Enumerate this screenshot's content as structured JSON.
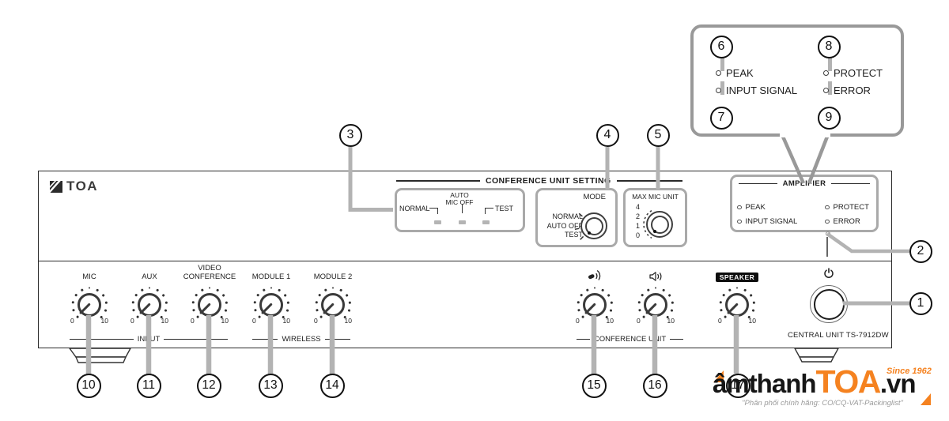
{
  "brand": {
    "name": "TOA"
  },
  "model": "CENTRAL UNIT TS-7912DW",
  "conference_setting": {
    "title": "CONFERENCE UNIT SETTING",
    "indicators": {
      "auto1": "AUTO",
      "auto2": "MIC OFF",
      "normal": "NORMAL",
      "test": "TEST"
    },
    "mode": {
      "title": "MODE",
      "opt1": "NORMAL",
      "opt2": "AUTO OFF",
      "opt3": "TEST"
    },
    "max_mic": {
      "title": "MAX MIC UNIT",
      "s1": "4",
      "s2": "2",
      "s3": "1",
      "s4": "0"
    }
  },
  "amplifier": {
    "title": "AMPLIFIER",
    "peak": "PEAK",
    "input_signal": "INPUT SIGNAL",
    "protect": "PROTECT",
    "error": "ERROR"
  },
  "knobs": [
    {
      "label": "MIC",
      "min": "0",
      "max": "10"
    },
    {
      "label": "AUX",
      "min": "0",
      "max": "10"
    },
    {
      "label": "VIDEO CONFERENCE",
      "min": "0",
      "max": "10"
    },
    {
      "label": "MODULE 1",
      "min": "0",
      "max": "10"
    },
    {
      "label": "MODULE 2",
      "min": "0",
      "max": "10"
    },
    {
      "icon": "conference-mic-icon",
      "min": "0",
      "max": "10"
    },
    {
      "icon": "conference-speaker-icon",
      "min": "0",
      "max": "10"
    },
    {
      "label": "SPEAKER",
      "min": "0",
      "max": "10"
    }
  ],
  "groups": {
    "input": "INPUT",
    "wireless": "WIRELESS",
    "conference": "CONFERENCE UNIT"
  },
  "callouts": {
    "c1": "1",
    "c2": "2",
    "c3": "3",
    "c4": "4",
    "c5": "5",
    "c6": "6",
    "c7": "7",
    "c8": "8",
    "c9": "9",
    "c10": "10",
    "c11": "11",
    "c12": "12",
    "c13": "13",
    "c14": "14",
    "c15": "15",
    "c16": "16",
    "c17": "17"
  },
  "watermark": {
    "main1": "âmthanh",
    "main2": "TOA",
    "main3": ".vn",
    "since": "Since 1962",
    "subtitle": "\"Phân phối chính hãng: CO/CQ-VAT-Packinglist\"",
    "orange": "#F58220"
  }
}
